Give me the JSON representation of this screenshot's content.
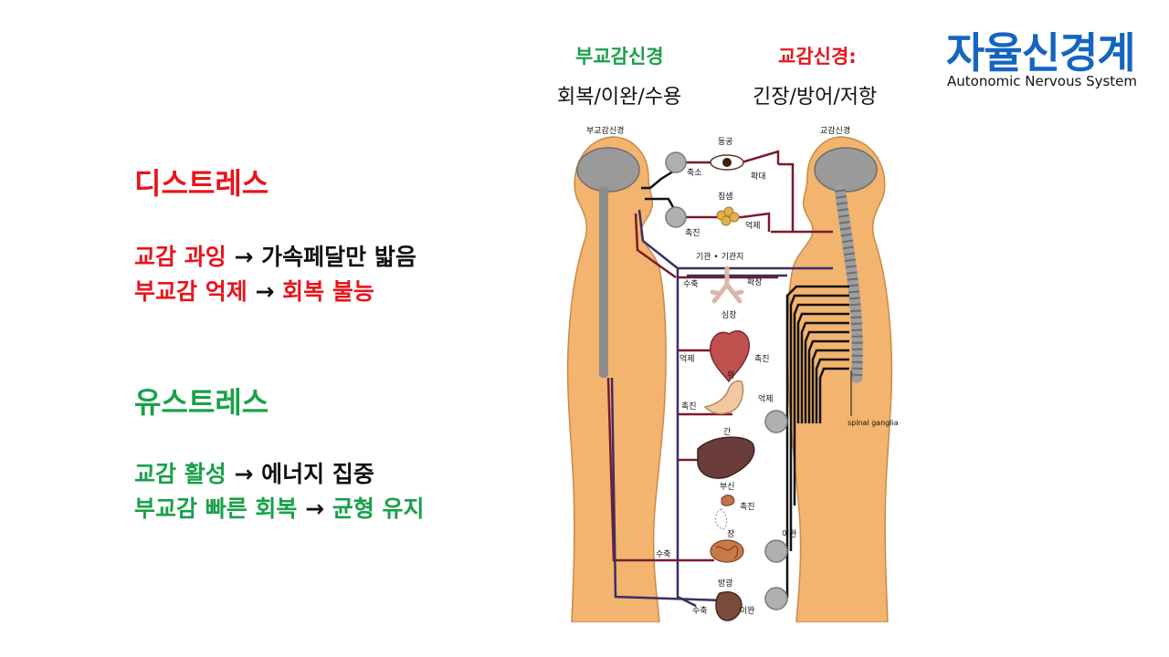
{
  "title": {
    "korean": "자율신경계",
    "english": "Autonomic Nervous System"
  },
  "header": {
    "parasympathetic": {
      "name": "부교감신경",
      "traits": "회복/이완/수용"
    },
    "sympathetic": {
      "name": "교감신경:",
      "traits": "긴장/방어/저항"
    }
  },
  "distress": {
    "heading": "디스트레스",
    "line1": {
      "a": "교감 과잉",
      "arrow": "→",
      "b": "가속페달만 밟음"
    },
    "line2": {
      "a": "부교감 억제",
      "arrow": "→",
      "b": "회복 불능"
    }
  },
  "eustress": {
    "heading": "유스트레스",
    "line1": {
      "a": "교감 활성",
      "arrow": "→",
      "b": "에너지 집중"
    },
    "line2": {
      "a": "부교감 빠른 회복",
      "arrow": "→",
      "b": "균형 유지"
    }
  },
  "diagram": {
    "left_label": "부교감신경",
    "right_label": "교감신경",
    "organs": {
      "pupil": "동공",
      "salivary": "침샘",
      "bronchi": "기관 • 기관지",
      "heart": "심장",
      "stomach": "위",
      "liver": "간",
      "adrenal": "부신",
      "intestine": "장",
      "bladder": "방광"
    },
    "effects": {
      "constrict": "축소",
      "dilate": "확대",
      "promote": "촉진",
      "inhibit": "억제",
      "contract": "수축",
      "expand": "확장",
      "relax": "이완"
    },
    "ganglia": "spinal ganglia"
  },
  "colors": {
    "red": "#e8141b",
    "green": "#1aa04a",
    "blue": "#1565c0",
    "skin": "#f2b46e"
  }
}
